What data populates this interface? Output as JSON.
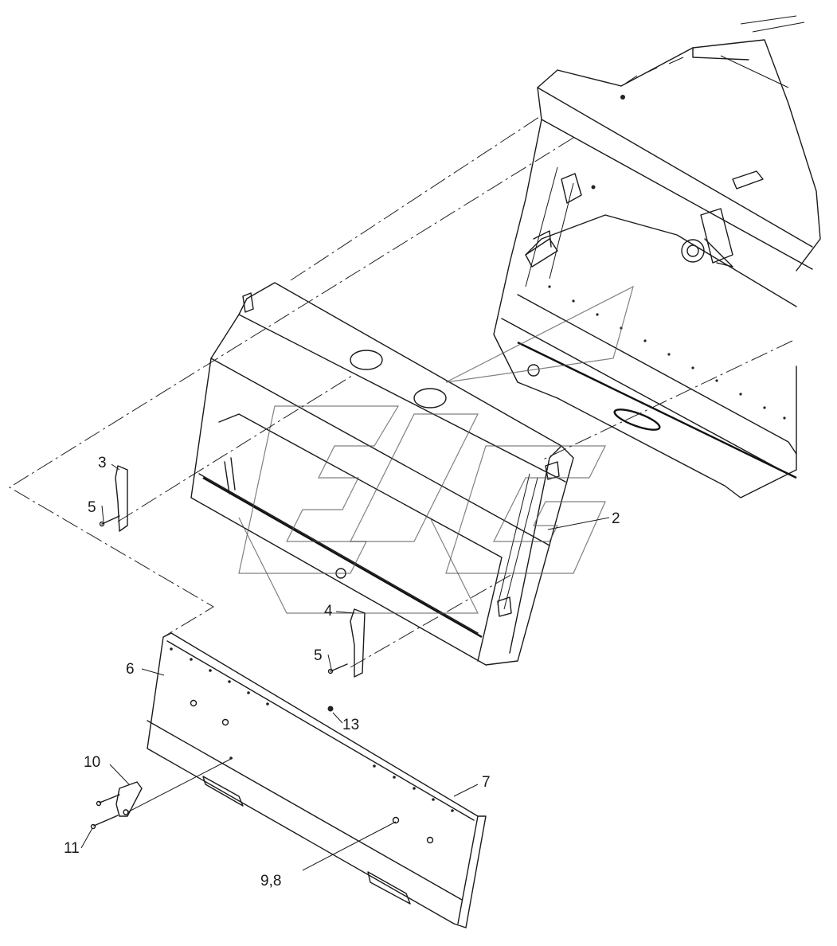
{
  "callouts": {
    "c2": "2",
    "c3": "3",
    "c4": "4",
    "c5a": "5",
    "c5b": "5",
    "c6": "6",
    "c7": "7",
    "c8": "9,8",
    "c10": "10",
    "c11": "11",
    "c13": "13"
  },
  "colors": {
    "line": "#1a1a1a",
    "background": "#ffffff",
    "watermark": "#555555"
  }
}
